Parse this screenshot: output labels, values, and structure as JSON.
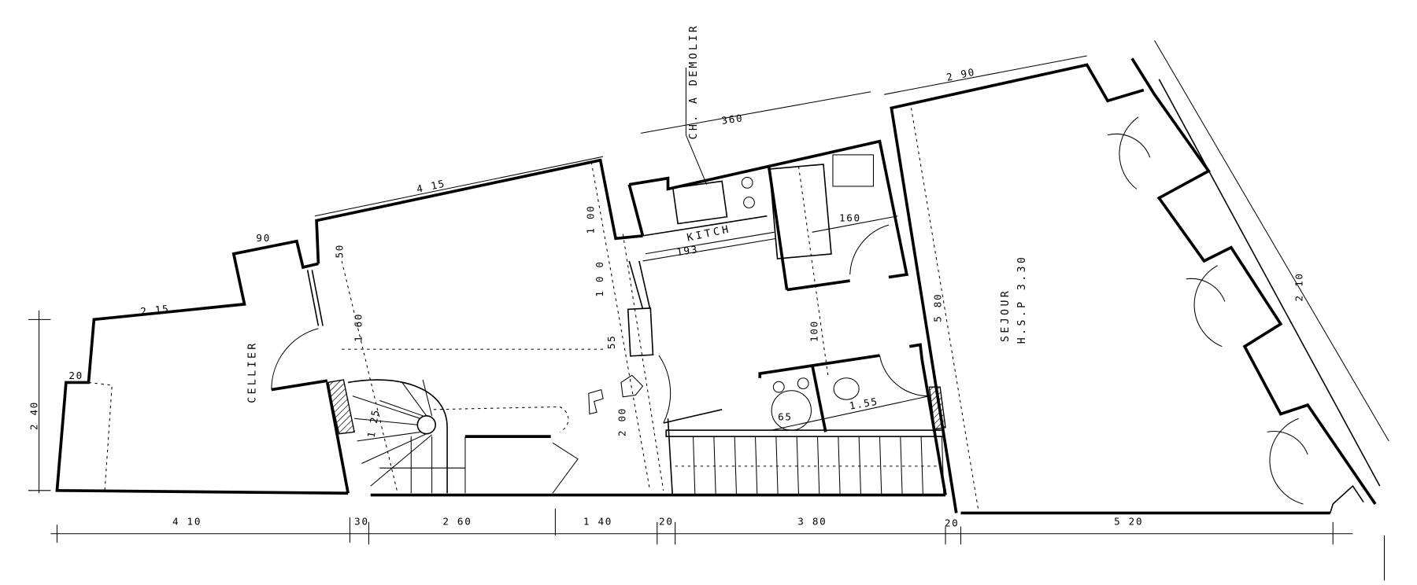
{
  "plan": {
    "rooms": {
      "cellier": "CELLIER",
      "kitchen": "KITCH",
      "sejour": "SEJOUR",
      "sejour_height": "H.S.P  3.30",
      "demolish_note": "CH.  A  DEMOLIR"
    },
    "dimensions": {
      "cellier_top": "90",
      "cellier_mid": "2 15",
      "cellier_step": "20",
      "cellier_height": "2 40",
      "main_top": "4 15",
      "main_50": "50",
      "main_160": "1 60",
      "stair_125": "1 25",
      "wall_100a": "1 00",
      "wall_100b": "1 0 0",
      "wall_55": "55",
      "wall_200": "2 00",
      "kitchen_top": "360",
      "kitchen_193": "193",
      "bath_160": "160",
      "hall_100": "100",
      "wc_65": "65",
      "wc_155": "1.55",
      "sejour_580": "5 80",
      "sejour_top": "2 90",
      "facade_210": "2 10",
      "bottom": [
        "4 10",
        "30",
        "2 60",
        "1 40",
        "20",
        "3 80",
        "20",
        "5 20"
      ]
    }
  }
}
